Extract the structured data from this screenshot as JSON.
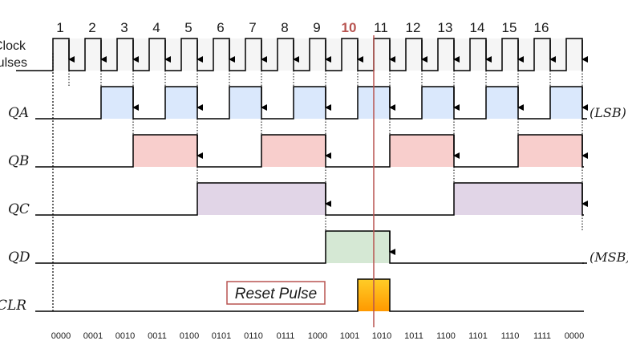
{
  "clock": {
    "label_line1": "Clock",
    "label_line2": "Pulses",
    "pulses": [
      "1",
      "2",
      "3",
      "4",
      "5",
      "6",
      "7",
      "8",
      "9",
      "10",
      "11",
      "12",
      "13",
      "14",
      "15",
      "16"
    ],
    "highlight_pulse": "10"
  },
  "signals": [
    {
      "label": "QA",
      "side_note": "(LSB)"
    },
    {
      "label": "QB",
      "side_note": ""
    },
    {
      "label": "QC",
      "side_note": ""
    },
    {
      "label": "QD",
      "side_note": "(MSB)"
    },
    {
      "label": "CLR",
      "side_note": ""
    }
  ],
  "states": [
    "0000",
    "0001",
    "0010",
    "0011",
    "0100",
    "0101",
    "0110",
    "0111",
    "1000",
    "1001",
    "1010",
    "1011",
    "1100",
    "1101",
    "1110",
    "1111",
    "0000"
  ],
  "reset_label": "Reset Pulse",
  "colors": {
    "qa_fill": "#dae8fc",
    "qb_fill": "#f8cecc",
    "qc_fill": "#e1d5e7",
    "qd_fill": "#d5e8d4",
    "clr_fill_top": "#ffcd28",
    "clr_fill_bottom": "#ff9900",
    "marker_line": "#b85450",
    "highlight_text": "#b85450",
    "reset_border": "#b85450"
  },
  "chart_data": {
    "type": "timing",
    "x": [
      0,
      1,
      2,
      3,
      4,
      5,
      6,
      7,
      8,
      9,
      10,
      11,
      12,
      13,
      14,
      15,
      16
    ],
    "series": [
      {
        "name": "QA",
        "values": [
          0,
          1,
          0,
          1,
          0,
          1,
          0,
          1,
          0,
          1,
          0,
          1,
          0,
          1,
          0,
          1,
          0
        ]
      },
      {
        "name": "QB",
        "values": [
          0,
          0,
          1,
          1,
          0,
          0,
          1,
          1,
          0,
          0,
          1,
          1,
          0,
          0,
          1,
          1,
          0
        ]
      },
      {
        "name": "QC",
        "values": [
          0,
          0,
          0,
          0,
          1,
          1,
          1,
          1,
          0,
          0,
          0,
          0,
          1,
          1,
          1,
          1,
          0
        ]
      },
      {
        "name": "QD",
        "values": [
          0,
          0,
          0,
          0,
          0,
          0,
          0,
          0,
          1,
          1,
          0,
          0,
          0,
          0,
          0,
          0,
          0
        ]
      },
      {
        "name": "CLR",
        "values": [
          0,
          0,
          0,
          0,
          0,
          0,
          0,
          0,
          0,
          1,
          0,
          0,
          0,
          0,
          0,
          0,
          0
        ]
      }
    ]
  }
}
